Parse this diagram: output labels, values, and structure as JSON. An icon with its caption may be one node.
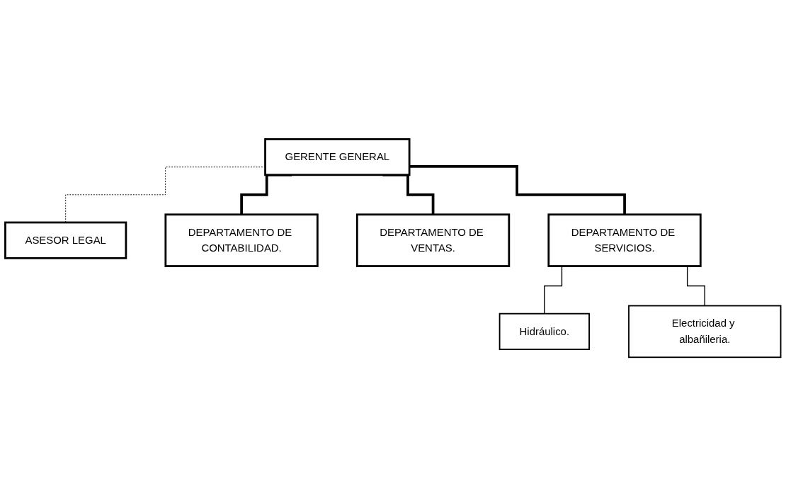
{
  "diagram": {
    "nodes": [
      {
        "text": [
          "GERENTE GENERAL"
        ]
      },
      {
        "text": [
          "ASESOR LEGAL"
        ]
      },
      {
        "text": [
          "DEPARTAMENTO DE CONTABILIDAD."
        ]
      },
      {
        "text": [
          "DEPARTAMENTO DE VENTAS."
        ]
      },
      {
        "text": [
          "DEPARTAMENTO DE SERVICIOS."
        ]
      },
      {
        "text": [
          "Hidráulico."
        ]
      },
      {
        "text": [
          "Electricidad y albañileria."
        ]
      }
    ],
    "edges": [
      {
        "from": 0,
        "to": 1,
        "arrow": "none",
        "style": "dashed"
      },
      {
        "from": 0,
        "to": 2,
        "arrow": "none",
        "style": "thick"
      },
      {
        "from": 0,
        "to": 3,
        "arrow": "none",
        "style": "thick"
      },
      {
        "from": 0,
        "to": 4,
        "arrow": "none",
        "style": "thick"
      },
      {
        "from": 4,
        "to": 5,
        "arrow": "none"
      },
      {
        "from": 4,
        "to": 6,
        "arrow": "none"
      }
    ]
  }
}
